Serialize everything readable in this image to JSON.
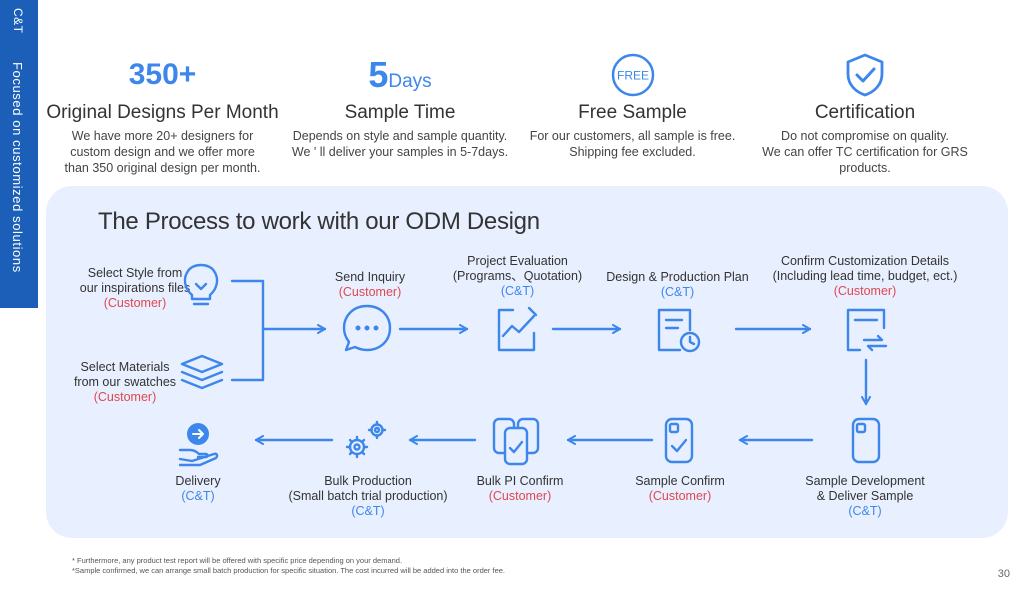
{
  "side": {
    "brand": "C&T",
    "tagline": "Focused on customized solutions"
  },
  "stats": [
    {
      "value": "350+",
      "title": "Original Designs Per Month",
      "desc1": "We have more 20+ designers for",
      "desc2": "custom design and we offer more",
      "desc3": "than 350 original design per month."
    },
    {
      "value": "5",
      "unit": "Days",
      "title": "Sample Time",
      "desc1": "Depends on style and sample quantity.",
      "desc2": "We ' ll deliver your samples in 5-7days."
    },
    {
      "badge": "FREE",
      "title": "Free Sample",
      "desc1": "For our customers, all sample is free.",
      "desc2": "Shipping fee excluded."
    },
    {
      "title": "Certification",
      "desc1": "Do not compromise on quality.",
      "desc2": "We can offer TC certification for GRS products."
    }
  ],
  "process": {
    "title": "The Process to work with our ODM Design",
    "steps": {
      "select_style": {
        "l1": "Select Style from",
        "l2": "our inspirations files",
        "by": "(Customer)"
      },
      "select_materials": {
        "l1": "Select Materials",
        "l2": "from our swatches",
        "by": "(Customer)"
      },
      "send_inquiry": {
        "l1": "Send Inquiry",
        "by": "(Customer)"
      },
      "project_eval": {
        "l1": "Project Evaluation",
        "l2": "(Programs、Quotation)",
        "by": "(C&T)"
      },
      "design_plan": {
        "l1": "Design & Production Plan",
        "by": "(C&T)"
      },
      "confirm_custom": {
        "l1": "Confirm Customization Details",
        "l2": "(Including lead time, budget, ect.)",
        "by": "(Customer)"
      },
      "sample_dev": {
        "l1": "Sample Development",
        "l2": "& Deliver Sample",
        "by": "(C&T)"
      },
      "sample_confirm": {
        "l1": "Sample Confirm",
        "by": "(Customer)"
      },
      "bulk_pi": {
        "l1": "Bulk PI Confirm",
        "by": "(Customer)"
      },
      "bulk_production": {
        "l1": "Bulk Production",
        "l2": "(Small batch trial production)",
        "by": "(C&T)"
      },
      "delivery": {
        "l1": "Delivery",
        "by": "(C&T)"
      }
    }
  },
  "footnotes": {
    "f1": "* Furthermore, any product test report will be offered with specific price depending on your demand.",
    "f2": "*Sample confirmed, we can arrange small batch production for specific situation. The cost incurred will be added into the order fee."
  },
  "page_number": "30",
  "colors": {
    "accent": "#3d87ec",
    "side_tab": "#1c5fb8",
    "panel_bg": "#e8efff",
    "customer": "#e0484f"
  }
}
